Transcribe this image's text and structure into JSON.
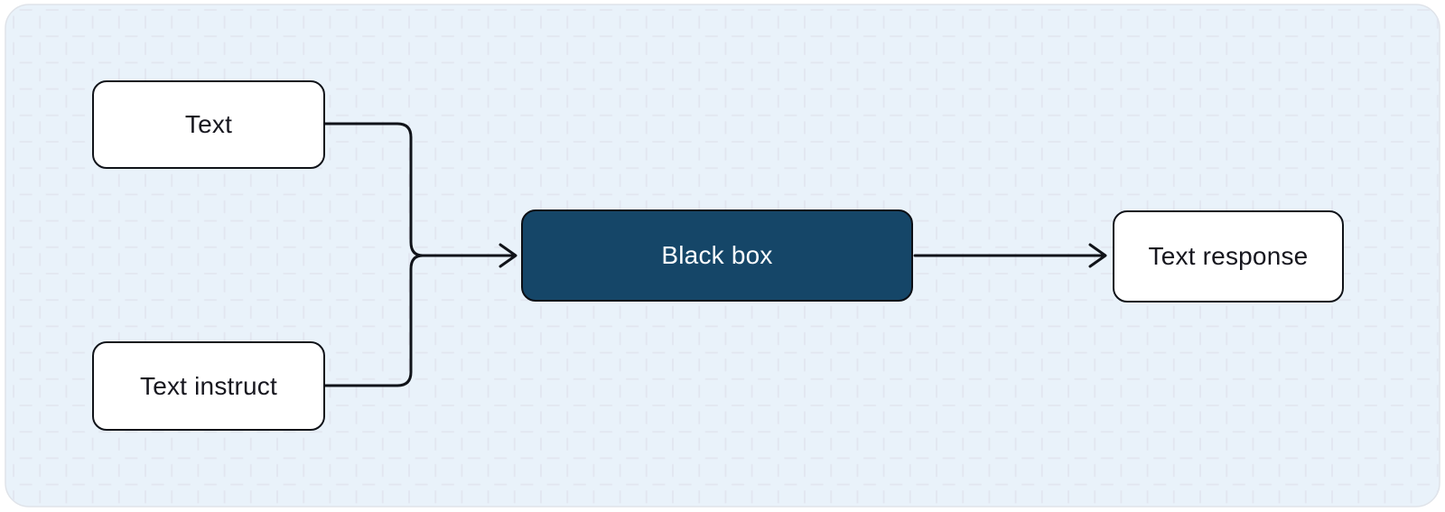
{
  "diagram": {
    "nodes": {
      "text": {
        "label": "Text",
        "role": "input"
      },
      "text_instruct": {
        "label": "Text instruct",
        "role": "input"
      },
      "black_box": {
        "label": "Black box",
        "role": "process"
      },
      "text_response": {
        "label": "Text response",
        "role": "output"
      }
    },
    "edges": [
      {
        "from": "Text",
        "to": "Black box"
      },
      {
        "from": "Text instruct",
        "to": "Black box"
      },
      {
        "from": "Black box",
        "to": "Text response"
      }
    ],
    "colors": {
      "canvas_background": "#e9f2fa",
      "grid_line": "#e2e6f0",
      "node_fill": "#ffffff",
      "node_border": "#101319",
      "black_box_fill": "#154668",
      "black_box_text": "#ffffff",
      "connector": "#101319",
      "label_text": "#17171f"
    }
  }
}
